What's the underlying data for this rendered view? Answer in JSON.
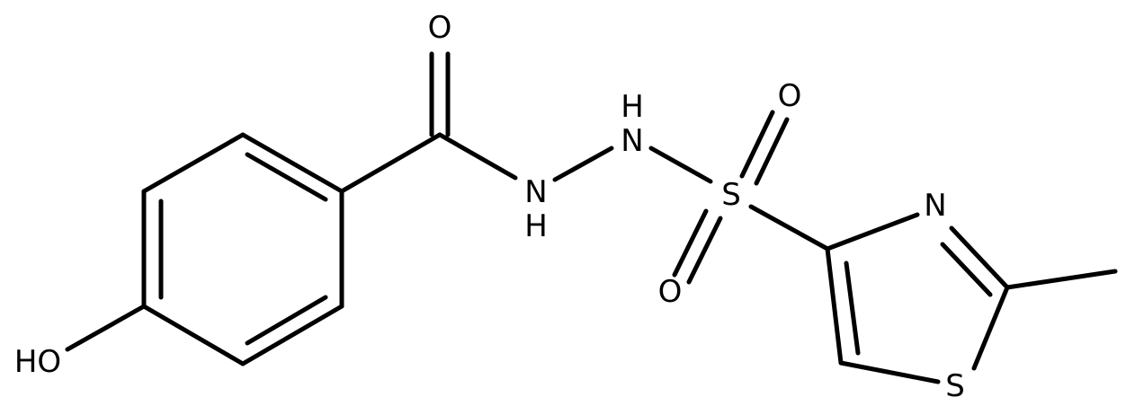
{
  "molecule": {
    "atom_labels": {
      "carbonyl_oxygen": "O",
      "nh_upper": "N",
      "nh_upper_h": "H",
      "nh_lower": "N",
      "nh_lower_h": "H",
      "sulfur_sulfonyl": "S",
      "sulfonyl_oxygen_top": "O",
      "sulfonyl_oxygen_bottom": "O",
      "thiazole_nitrogen": "N",
      "thiazole_sulfur": "S",
      "hydroxyl": "HO"
    },
    "colors": {
      "bond": "#000000",
      "label": "#000000",
      "background": "#ffffff"
    }
  }
}
